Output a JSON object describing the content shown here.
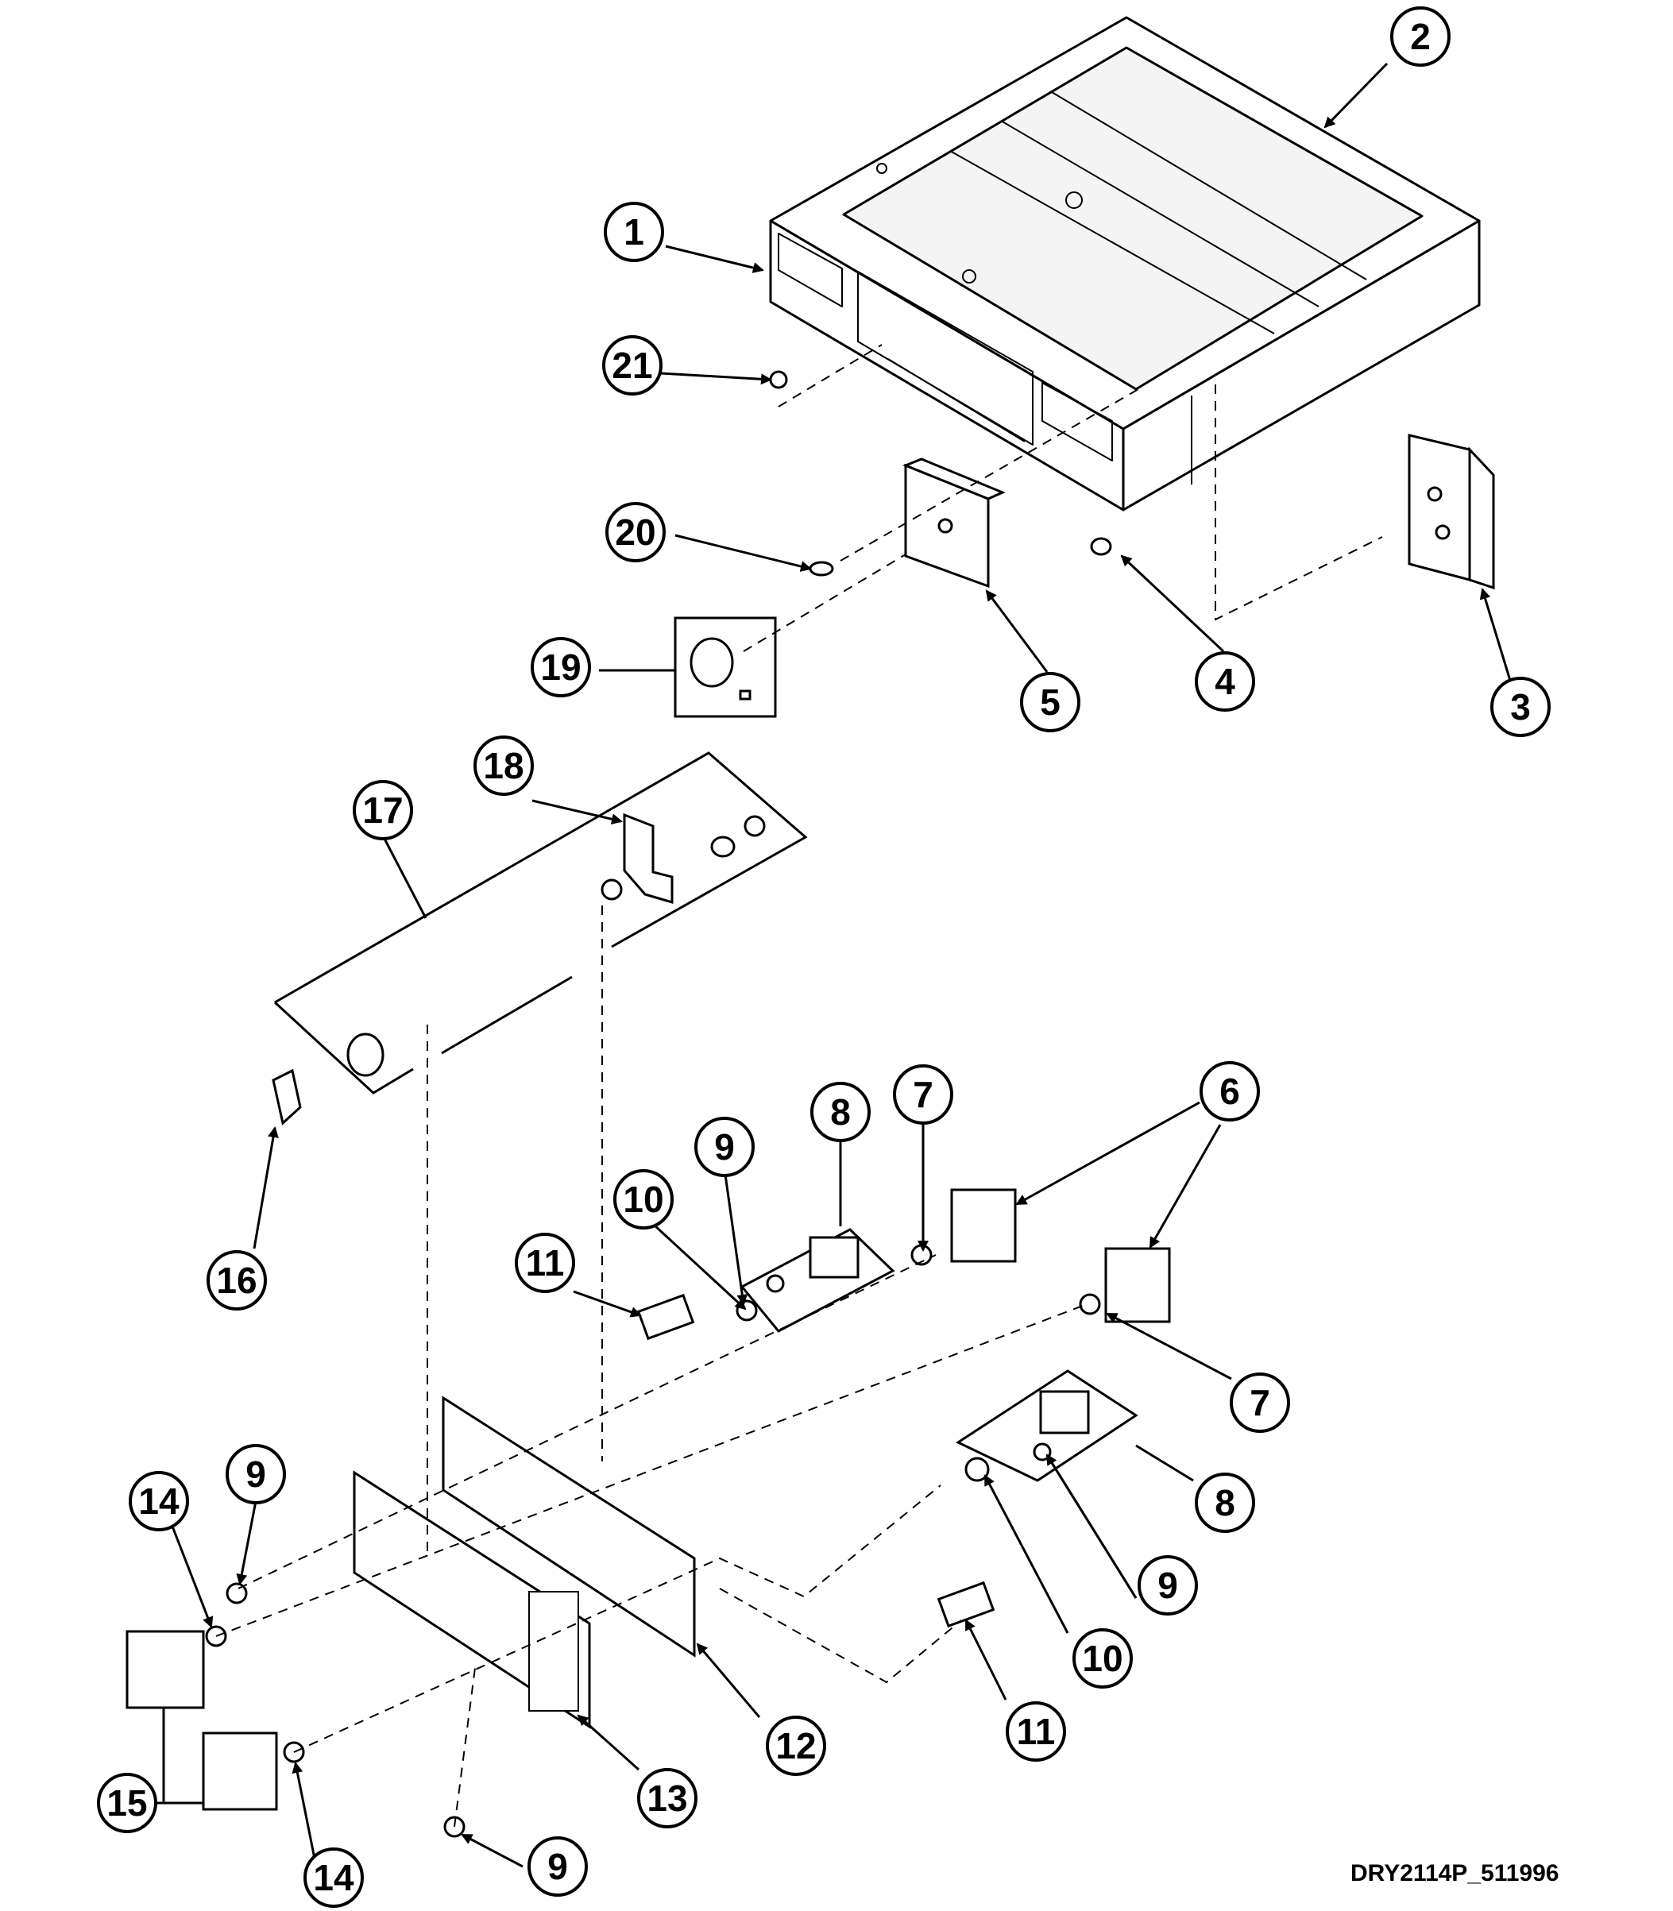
{
  "diagram": {
    "drawing_ref": "DRY2114P_511996",
    "callouts": [
      {
        "id": "c1",
        "label": "1"
      },
      {
        "id": "c2",
        "label": "2"
      },
      {
        "id": "c3",
        "label": "3"
      },
      {
        "id": "c4",
        "label": "4"
      },
      {
        "id": "c5",
        "label": "5"
      },
      {
        "id": "c6a",
        "label": "6"
      },
      {
        "id": "c7a",
        "label": "7"
      },
      {
        "id": "c7b",
        "label": "7"
      },
      {
        "id": "c8a",
        "label": "8"
      },
      {
        "id": "c8b",
        "label": "8"
      },
      {
        "id": "c9a",
        "label": "9"
      },
      {
        "id": "c9b",
        "label": "9"
      },
      {
        "id": "c9c",
        "label": "9"
      },
      {
        "id": "c9d",
        "label": "9"
      },
      {
        "id": "c10a",
        "label": "10"
      },
      {
        "id": "c10b",
        "label": "10"
      },
      {
        "id": "c11a",
        "label": "11"
      },
      {
        "id": "c11b",
        "label": "11"
      },
      {
        "id": "c12",
        "label": "12"
      },
      {
        "id": "c13",
        "label": "13"
      },
      {
        "id": "c14a",
        "label": "14"
      },
      {
        "id": "c14b",
        "label": "14"
      },
      {
        "id": "c15",
        "label": "15"
      },
      {
        "id": "c16",
        "label": "16"
      },
      {
        "id": "c17",
        "label": "17"
      },
      {
        "id": "c18",
        "label": "18"
      },
      {
        "id": "c19",
        "label": "19"
      },
      {
        "id": "c20",
        "label": "20"
      },
      {
        "id": "c21",
        "label": "21"
      }
    ]
  }
}
